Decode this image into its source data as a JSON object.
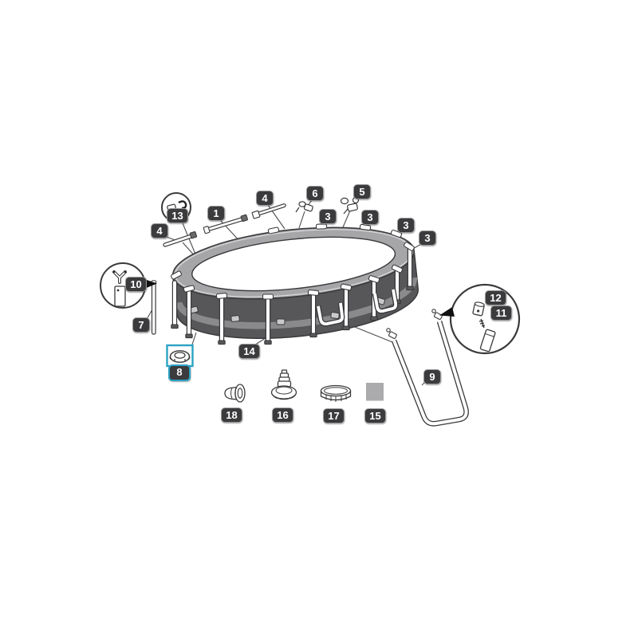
{
  "diagram": {
    "subject": "Oval frame pool exploded spare-parts diagram",
    "selected_callout": "8",
    "accent_color": "#2BA3C5",
    "callouts": {
      "c1": "1",
      "c3a": "3",
      "c3b": "3",
      "c3c": "3",
      "c3d": "3",
      "c4a": "4",
      "c4b": "4",
      "c5": "5",
      "c6": "6",
      "c7": "7",
      "c8": "8",
      "c9": "9",
      "c10": "10",
      "c11": "11",
      "c12": "12",
      "c13": "13",
      "c14": "14",
      "c15": "15",
      "c16": "16",
      "c17": "17",
      "c18": "18"
    },
    "colors": {
      "pool_wall": "#57575A",
      "pool_band": "#8A8A8D",
      "top_rail": "#A6A6A9",
      "label_bg": "#3B3B3D",
      "label_text": "#FFFFFF",
      "leader_line": "#4D4D4F",
      "pad_square": "#ABABAD"
    }
  }
}
